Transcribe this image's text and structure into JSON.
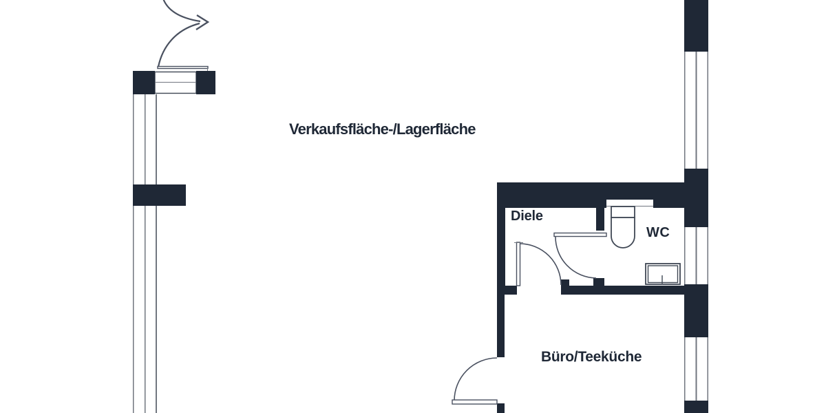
{
  "colors": {
    "bg": "#ffffff",
    "wall": "#1f2836",
    "frame-line": "#70767f",
    "door-line": "#4a5160",
    "fixture-line": "#3f4754",
    "text": "#1f2836"
  },
  "labels": {
    "sales_storage_area": "Verkaufsfläche-/Lagerfläche",
    "hallway": "Diele",
    "wc": "WC",
    "office_kitchen": "Büro/Teeküche"
  }
}
